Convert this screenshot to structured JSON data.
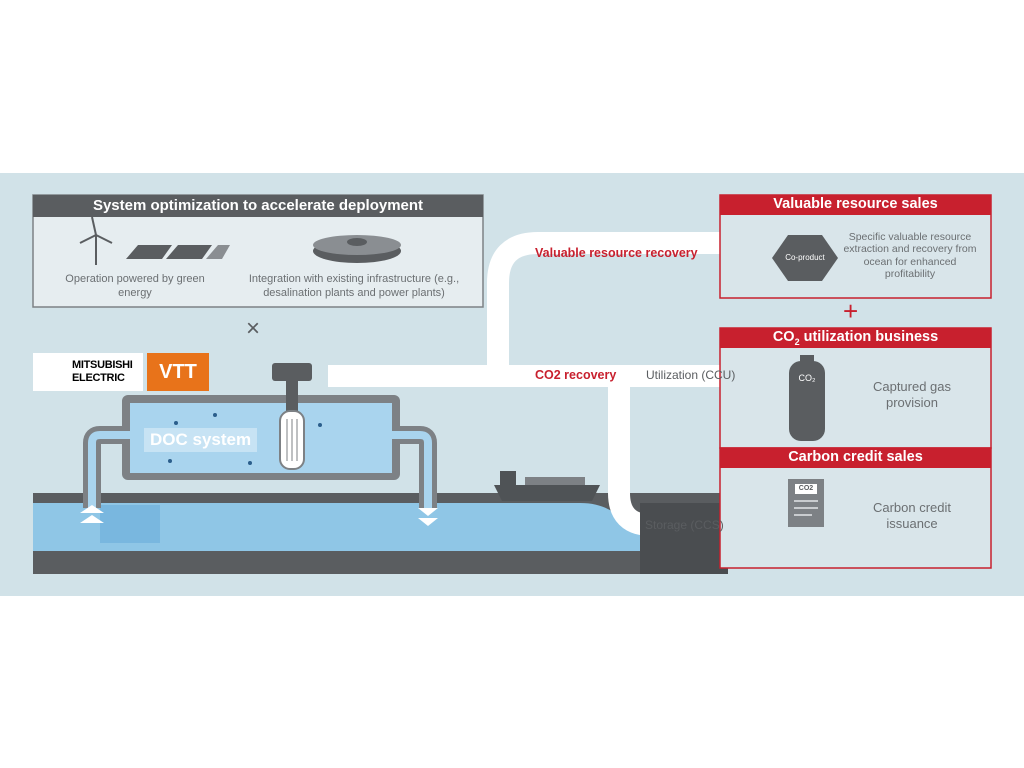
{
  "optimization": {
    "title": "System optimization to accelerate deployment",
    "green_energy": "Operation powered by green energy",
    "infrastructure": "Integration with existing infrastructure (e.g., desalination plants and power plants)"
  },
  "partners": {
    "times_symbol": "×",
    "mitsubishi_line1": "MITSUBISHI",
    "mitsubishi_line2": "ELECTRIC",
    "vtt": "VTT"
  },
  "system": {
    "doc_label": "DOC system"
  },
  "flows": {
    "resource_recovery": "Valuable resource recovery",
    "co2_recovery": "CO2 recovery",
    "utilization": "Utilization (CCU)",
    "storage": "Storage (CCS)"
  },
  "businesses": {
    "resource_sales": {
      "title": "Valuable resource sales",
      "badge": "Co-product",
      "description": "Specific valuable resource extraction and recovery from ocean for enhanced profitability"
    },
    "plus_symbol": "+",
    "co2_utilization": {
      "title_prefix": "CO",
      "title_subscript": "2",
      "title_suffix": " utilization business",
      "tank_label": "CO₂",
      "description": "Captured gas provision"
    },
    "carbon_credit": {
      "title": "Carbon credit sales",
      "document_label": "CO2",
      "description": "Carbon credit issuance"
    }
  },
  "colors": {
    "accent_red": "#c8202e",
    "background": "#d1e2e8",
    "dark_gray": "#5a5d60",
    "water_blue": "#8fc6e6",
    "vtt_orange": "#e8731a"
  }
}
